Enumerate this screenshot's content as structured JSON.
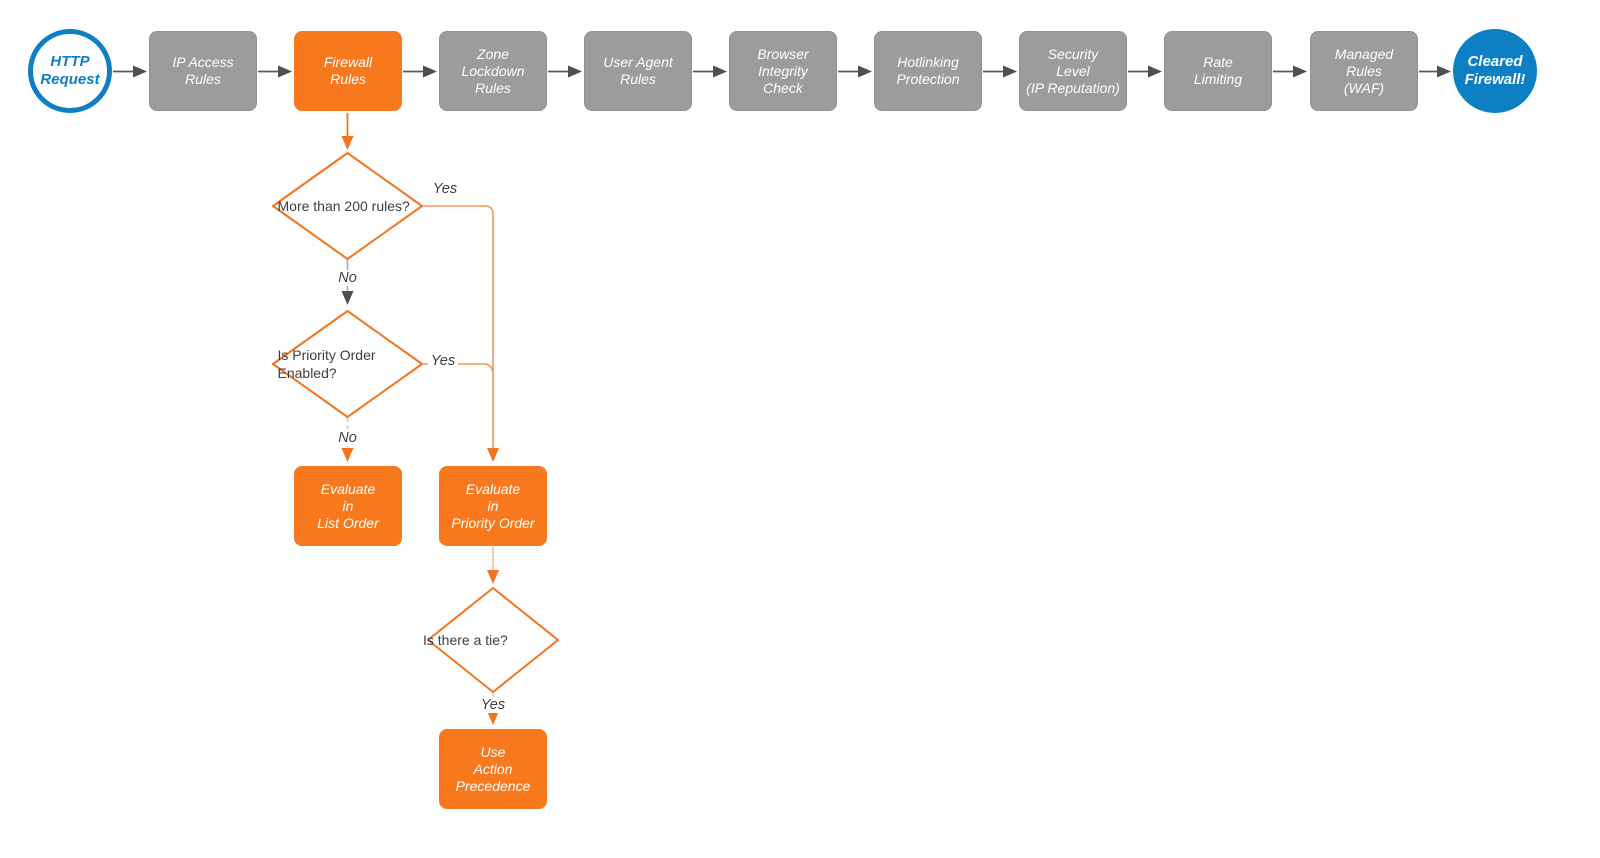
{
  "diagram_type": "flowchart",
  "colors": {
    "accent_orange": "#f8791d",
    "orange_stroke": "#f4731d",
    "orange_line": "#f0955c",
    "orange_line_pale": "#f7bd9c",
    "gray_node_fill": "#9c9c9c",
    "gray_arrow": "#4f4f4f",
    "brand_blue": "#0e7fc2",
    "text_dark": "#3e3e3e"
  },
  "nodes": {
    "http_request": {
      "label": "HTTP\nRequest",
      "shape": "circle"
    },
    "ip_access": {
      "label": "IP Access\nRules",
      "shape": "process"
    },
    "firewall_rules": {
      "label": "Firewall\nRules",
      "shape": "process"
    },
    "zone_lockdown": {
      "label": "Zone\nLockdown\nRules",
      "shape": "process"
    },
    "user_agent": {
      "label": "User Agent\nRules",
      "shape": "process"
    },
    "browser_integrity": {
      "label": "Browser\nIntegrity\nCheck",
      "shape": "process"
    },
    "hotlinking": {
      "label": "Hotlinking\nProtection",
      "shape": "process"
    },
    "security_level": {
      "label": "Security\nLevel\n(IP Reputation)",
      "shape": "process"
    },
    "rate_limiting": {
      "label": "Rate\nLimiting",
      "shape": "process"
    },
    "managed_rules": {
      "label": "Managed\nRules\n(WAF)",
      "shape": "process"
    },
    "cleared_firewall": {
      "label": "Cleared\nFirewall!",
      "shape": "circle"
    },
    "more_than_200": {
      "label": "More than\n200 rules?",
      "shape": "decision"
    },
    "priority_enabled": {
      "label": "Is\nPriority Order\nEnabled?",
      "shape": "decision"
    },
    "evaluate_list": {
      "label": "Evaluate\nin\nList Order",
      "shape": "process"
    },
    "evaluate_priority": {
      "label": "Evaluate\nin\nPriority Order",
      "shape": "process"
    },
    "is_there_tie": {
      "label": "Is there a tie?",
      "shape": "decision"
    },
    "action_precedence": {
      "label": "Use\nAction\nPrecedence",
      "shape": "process"
    }
  },
  "edge_labels": {
    "more_than_200_yes": "Yes",
    "more_than_200_no": "No",
    "priority_enabled_yes": "Yes",
    "priority_enabled_no": "No",
    "is_there_tie_yes": "Yes"
  }
}
